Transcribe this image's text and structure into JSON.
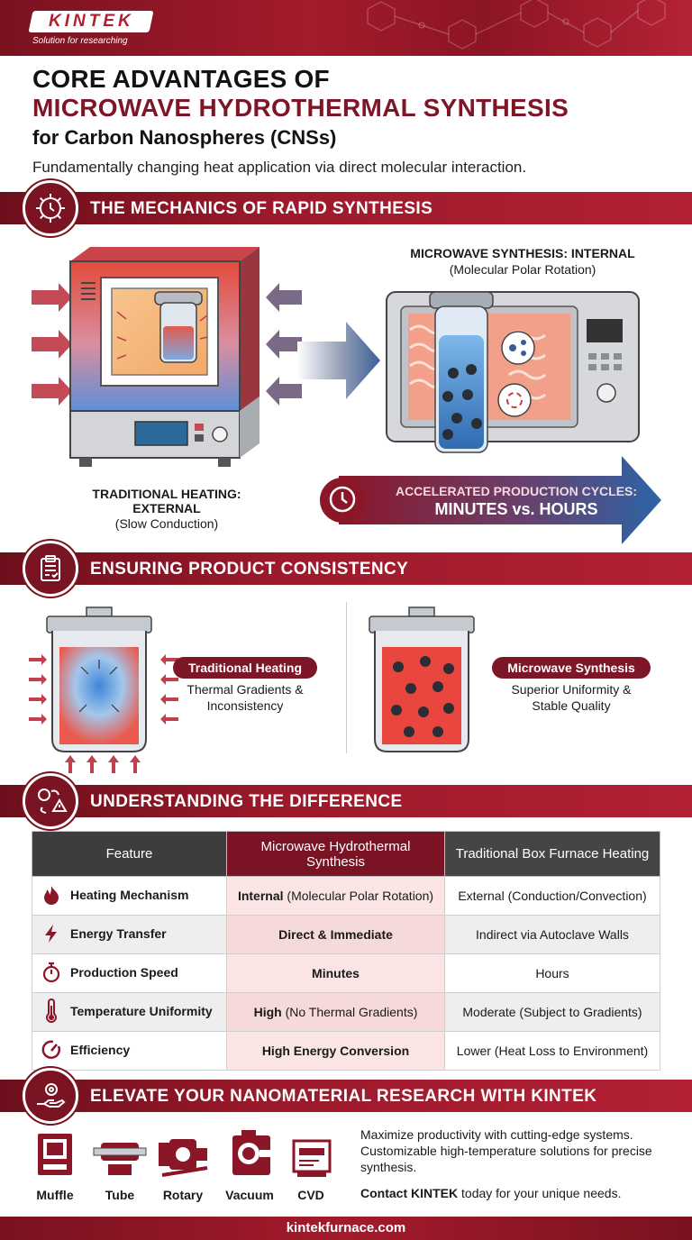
{
  "brand": {
    "logo": "KINTEK",
    "tagline": "Solution for researching"
  },
  "header": {
    "title_line1": "CORE ADVANTAGES OF",
    "title_line2": "MICROWAVE HYDROTHERMAL SYNTHESIS",
    "title_line3": "for Carbon Nanospheres (CNSs)",
    "subtitle": "Fundamentally changing heat application via direct molecular interaction."
  },
  "section1": {
    "title": "THE MECHANICS OF RAPID SYNTHESIS",
    "icon": "gear-clock-icon",
    "traditional_title_a": "TRADITIONAL HEATING:",
    "traditional_title_b": "EXTERNAL",
    "traditional_sub": "(Slow Conduction)",
    "microwave_title": "MICROWAVE SYNTHESIS: INTERNAL",
    "microwave_sub": "(Molecular Polar Rotation)",
    "arrow_line1": "ACCELERATED PRODUCTION CYCLES:",
    "arrow_line2": "MINUTES vs. HOURS",
    "arrow_icon": "clock-icon"
  },
  "section2": {
    "title": "ENSURING PRODUCT CONSISTENCY",
    "icon": "clipboard-check-icon",
    "left_pill": "Traditional Heating",
    "left_line1": "Thermal Gradients &",
    "left_line2": "Inconsistency",
    "right_pill": "Microwave Synthesis",
    "right_line1": "Superior Uniformity &",
    "right_line2": "Stable Quality"
  },
  "section3": {
    "title": "UNDERSTANDING THE DIFFERENCE",
    "icon": "compare-warning-icon",
    "headers": [
      "Feature",
      "Microwave Hydrothermal Synthesis",
      "Traditional Box Furnace Heating"
    ],
    "rows": [
      {
        "icon": "flame-icon",
        "feature": "Heating Mechanism",
        "mw_bold": "Internal",
        "mw_rest": " (Molecular Polar Rotation)",
        "trad": "External (Conduction/Convection)"
      },
      {
        "icon": "lightning-icon",
        "feature": "Energy Transfer",
        "mw_bold": "Direct & Immediate",
        "mw_rest": "",
        "trad": "Indirect via Autoclave Walls"
      },
      {
        "icon": "stopwatch-icon",
        "feature": "Production Speed",
        "mw_bold": "Minutes",
        "mw_rest": "",
        "trad": "Hours"
      },
      {
        "icon": "thermometer-icon",
        "feature": "Temperature Uniformity",
        "mw_bold": "High",
        "mw_rest": " (No Thermal Gradients)",
        "trad": "Moderate (Subject to Gradients)"
      },
      {
        "icon": "gauge-icon",
        "feature": "Efficiency",
        "mw_bold": "High Energy Conversion",
        "mw_rest": "",
        "trad": "Lower (Heat Loss to Environment)"
      }
    ]
  },
  "section4": {
    "title": "ELEVATE YOUR NANOMATERIAL RESEARCH WITH KINTEK",
    "icon": "hand-gear-icon",
    "products": [
      "Muffle",
      "Tube",
      "Rotary",
      "Vacuum",
      "CVD"
    ],
    "cta_text": "Maximize productivity with cutting-edge systems. Customizable high-temperature solutions for precise synthesis.",
    "cta_contact_bold": "Contact KINTEK",
    "cta_contact_rest": " today for your unique needs."
  },
  "footer": {
    "url": "kintekfurnace.com"
  },
  "colors": {
    "brand_red": "#7d1626",
    "accent_blue": "#2f5f9a",
    "heat_red": "#e0443a"
  }
}
